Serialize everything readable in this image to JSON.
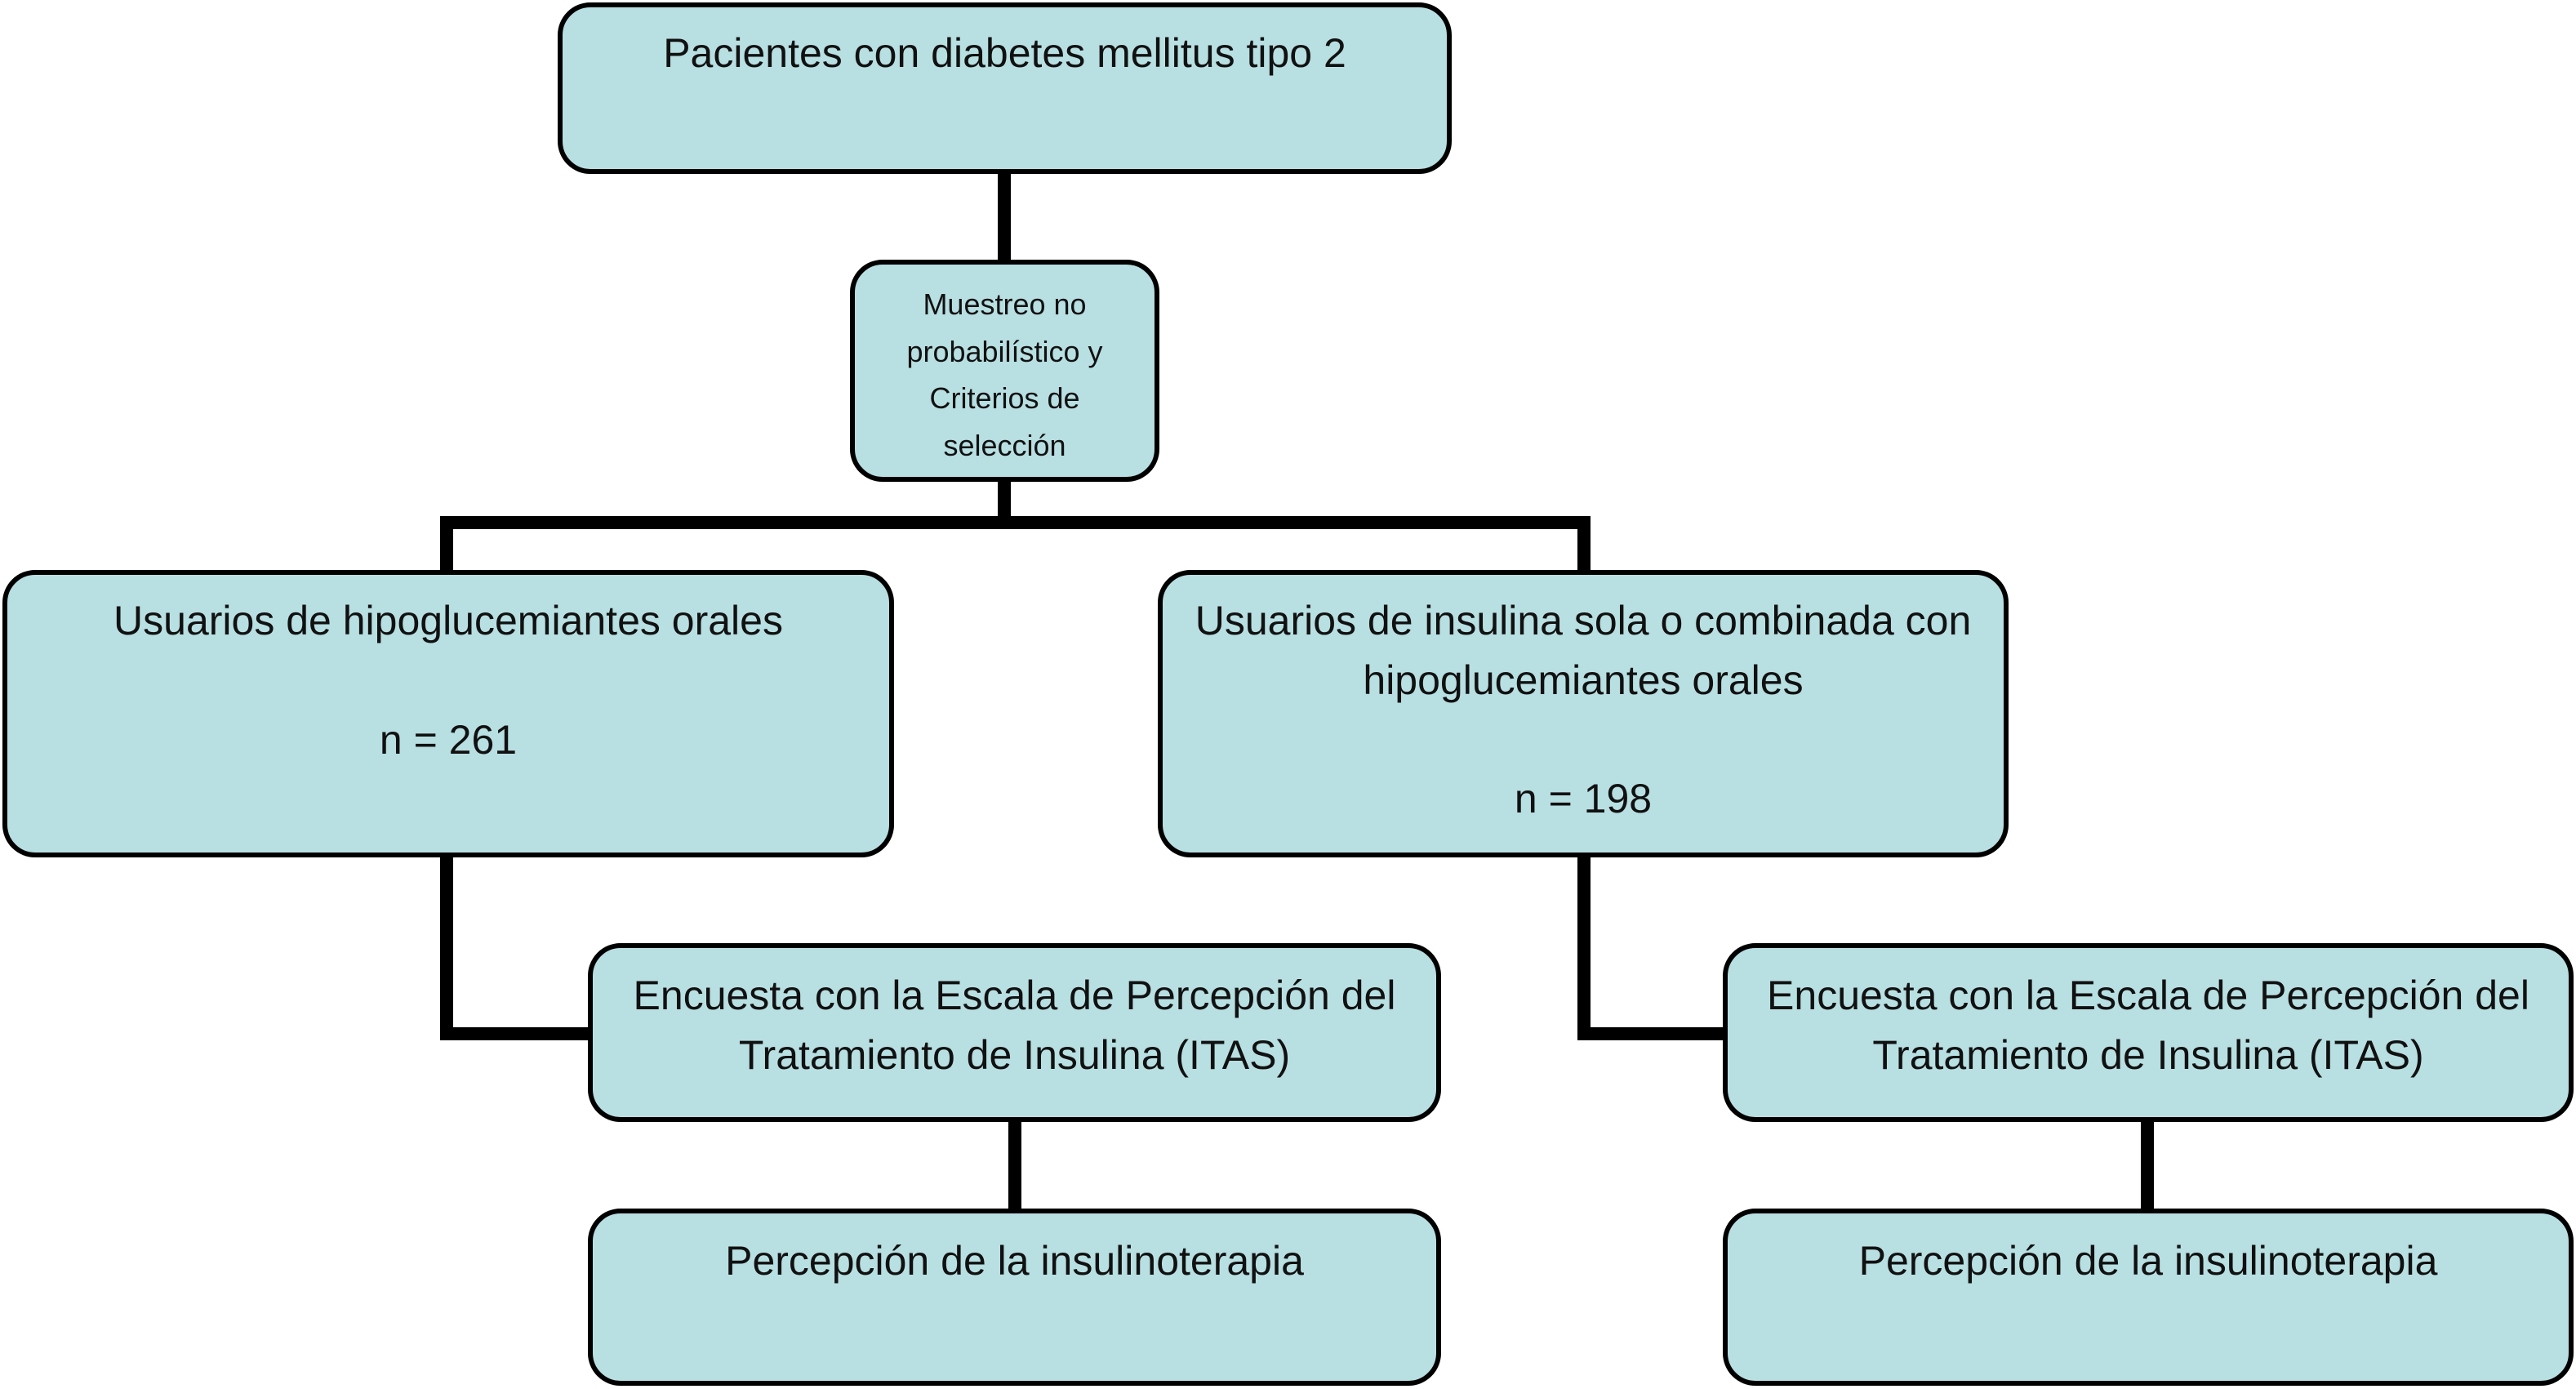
{
  "top": "Pacientes con diabetes mellitus tipo 2",
  "sampling": [
    "Muestreo no",
    "probabilístico y",
    "Criterios de",
    "selección"
  ],
  "left_group": {
    "title": "Usuarios de hipoglucemiantes orales",
    "n": "n = 261",
    "survey": [
      "Encuesta con la Escala de Percepción del",
      "Tratamiento de Insulina (ITAS)"
    ],
    "outcome": "Percepción de la insulinoterapia"
  },
  "right_group": {
    "title": [
      "Usuarios de insulina sola o combinada con",
      "hipoglucemiantes orales"
    ],
    "n": "n = 198",
    "survey": [
      "Encuesta con la Escala de Percepción del",
      "Tratamiento de Insulina (ITAS)"
    ],
    "outcome": "Percepción de la insulinoterapia"
  },
  "colors": {
    "box_fill": "#b8dfe2",
    "stroke": "#000000"
  }
}
